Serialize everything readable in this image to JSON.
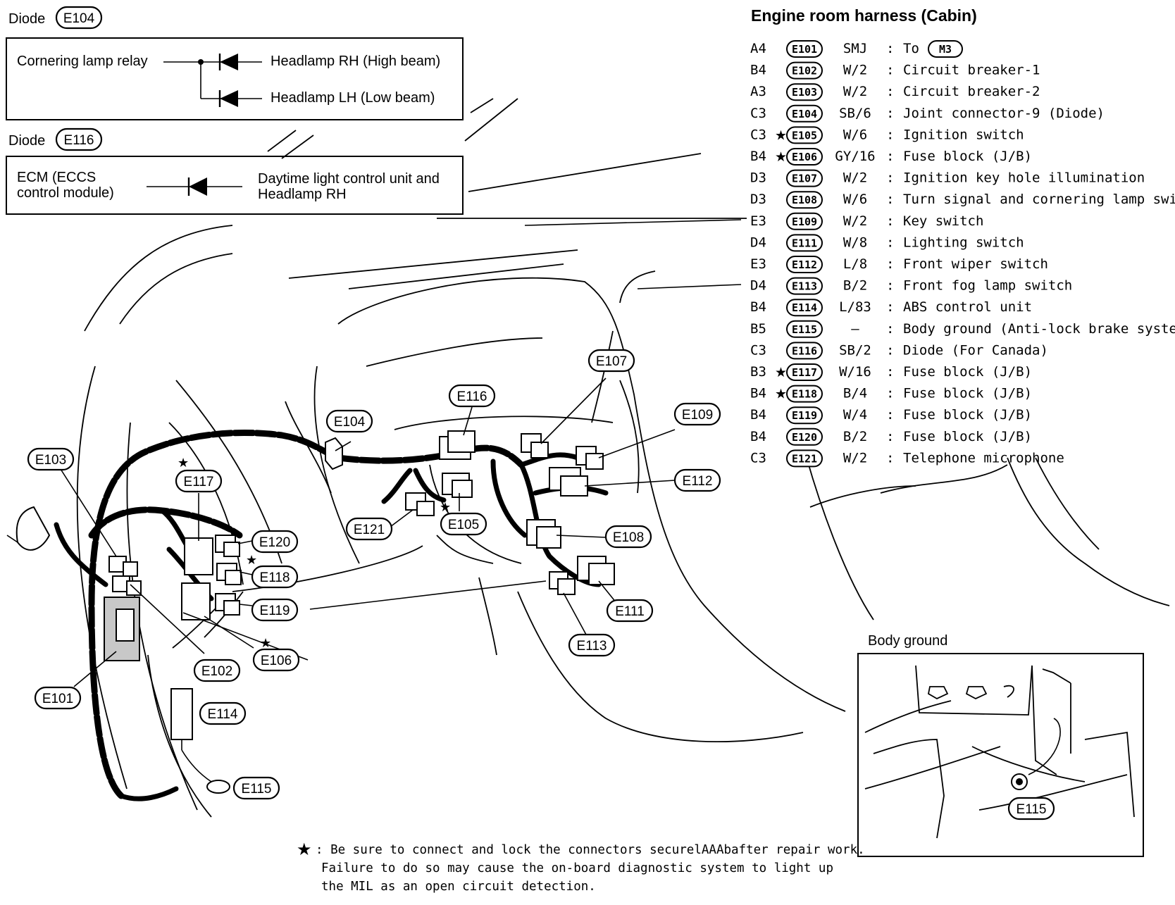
{
  "diodes": [
    {
      "label": "Diode",
      "connector": "E104",
      "left_item": "Cornering lamp relay",
      "right_items": [
        "Headlamp RH (High beam)",
        "Headlamp LH (Low beam)"
      ]
    },
    {
      "label": "Diode",
      "connector": "E116",
      "left_item_lines": [
        "ECM (ECCS",
        "control module)"
      ],
      "right_item_lines": [
        "Daytime light control unit and",
        "Headlamp RH"
      ]
    }
  ],
  "harness_table": {
    "title": "Engine room harness (Cabin)",
    "rows": [
      {
        "grid": "A4",
        "star": "",
        "connector": "E101",
        "type": "SMJ",
        "sep": ":",
        "desc": "To",
        "desc_ref": "M3"
      },
      {
        "grid": "B4",
        "star": "",
        "connector": "E102",
        "type": "W/2",
        "sep": ":",
        "desc": "Circuit breaker-1"
      },
      {
        "grid": "A3",
        "star": "",
        "connector": "E103",
        "type": "W/2",
        "sep": ":",
        "desc": "Circuit breaker-2"
      },
      {
        "grid": "C3",
        "star": "",
        "connector": "E104",
        "type": "SB/6",
        "sep": ":",
        "desc": "Joint connector-9 (Diode)"
      },
      {
        "grid": "C3",
        "star": "★",
        "connector": "E105",
        "type": "W/6",
        "sep": ":",
        "desc": "Ignition switch"
      },
      {
        "grid": "B4",
        "star": "★",
        "connector": "E106",
        "type": "GY/16",
        "sep": ":",
        "desc": "Fuse block (J/B)"
      },
      {
        "grid": "D3",
        "star": "",
        "connector": "E107",
        "type": "W/2",
        "sep": ":",
        "desc": "Ignition key hole illumination"
      },
      {
        "grid": "D3",
        "star": "",
        "connector": "E108",
        "type": "W/6",
        "sep": ":",
        "desc": "Turn signal and cornering lamp switch"
      },
      {
        "grid": "E3",
        "star": "",
        "connector": "E109",
        "type": "W/2",
        "sep": ":",
        "desc": "Key switch"
      },
      {
        "grid": "D4",
        "star": "",
        "connector": "E111",
        "type": "W/8",
        "sep": ":",
        "desc": "Lighting switch"
      },
      {
        "grid": "E3",
        "star": "",
        "connector": "E112",
        "type": "L/8",
        "sep": ":",
        "desc": "Front wiper switch"
      },
      {
        "grid": "D4",
        "star": "",
        "connector": "E113",
        "type": "B/2",
        "sep": ":",
        "desc": "Front fog lamp switch"
      },
      {
        "grid": "B4",
        "star": "",
        "connector": "E114",
        "type": "L/83",
        "sep": ":",
        "desc": "ABS control unit"
      },
      {
        "grid": "B5",
        "star": "",
        "connector": "E115",
        "type": "—",
        "sep": ":",
        "desc": "Body ground (Anti-lock brake system)"
      },
      {
        "grid": "C3",
        "star": "",
        "connector": "E116",
        "type": "SB/2",
        "sep": ":",
        "desc": "Diode (For Canada)"
      },
      {
        "grid": "B3",
        "star": "★",
        "connector": "E117",
        "type": "W/16",
        "sep": ":",
        "desc": "Fuse block (J/B)"
      },
      {
        "grid": "B4",
        "star": "★",
        "connector": "E118",
        "type": "B/4",
        "sep": ":",
        "desc": "Fuse block (J/B)"
      },
      {
        "grid": "B4",
        "star": "",
        "connector": "E119",
        "type": "W/4",
        "sep": ":",
        "desc": "Fuse block (J/B)"
      },
      {
        "grid": "B4",
        "star": "",
        "connector": "E120",
        "type": "B/2",
        "sep": ":",
        "desc": "Fuse block (J/B)"
      },
      {
        "grid": "C3",
        "star": "",
        "connector": "E121",
        "type": "W/2",
        "sep": ":",
        "desc": "Telephone microphone"
      }
    ]
  },
  "callouts": {
    "e101": "E101",
    "e102": "E102",
    "e103": "E103",
    "e104": "E104",
    "e105": "E105",
    "e106": "E106",
    "e107": "E107",
    "e108": "E108",
    "e109": "E109",
    "e111": "E111",
    "e112": "E112",
    "e113": "E113",
    "e114": "E114",
    "e115": "E115",
    "e116": "E116",
    "e117": "E117",
    "e118": "E118",
    "e119": "E119",
    "e120": "E120",
    "e121": "E121"
  },
  "star_symbol": "★",
  "inset": {
    "title": "Body ground",
    "connector": "E115"
  },
  "footnote": {
    "star": "★",
    "lines": [
      ": Be sure to connect and lock the connectors securelAAAbafter repair work.",
      "Failure to do so may cause the on-board diagnostic system to light up",
      "the MIL as an open circuit detection."
    ]
  }
}
